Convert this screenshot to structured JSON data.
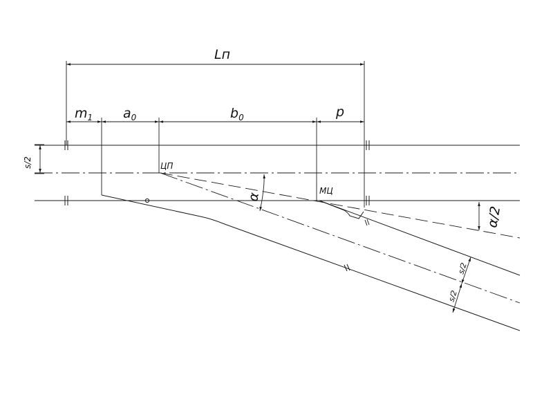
{
  "labels": {
    "overall_length": "Lп",
    "m": "m",
    "m_sub": "1",
    "a": "a",
    "a_sub": "0",
    "b": "b",
    "b_sub": "0",
    "p": "p",
    "half_gauge_left": "s/2",
    "switch_center": "ЦП",
    "frog_center": "МЦ",
    "angle": "α",
    "half_angle": "α/2",
    "half_gauge_upper": "s/2",
    "half_gauge_lower": "s/2"
  }
}
